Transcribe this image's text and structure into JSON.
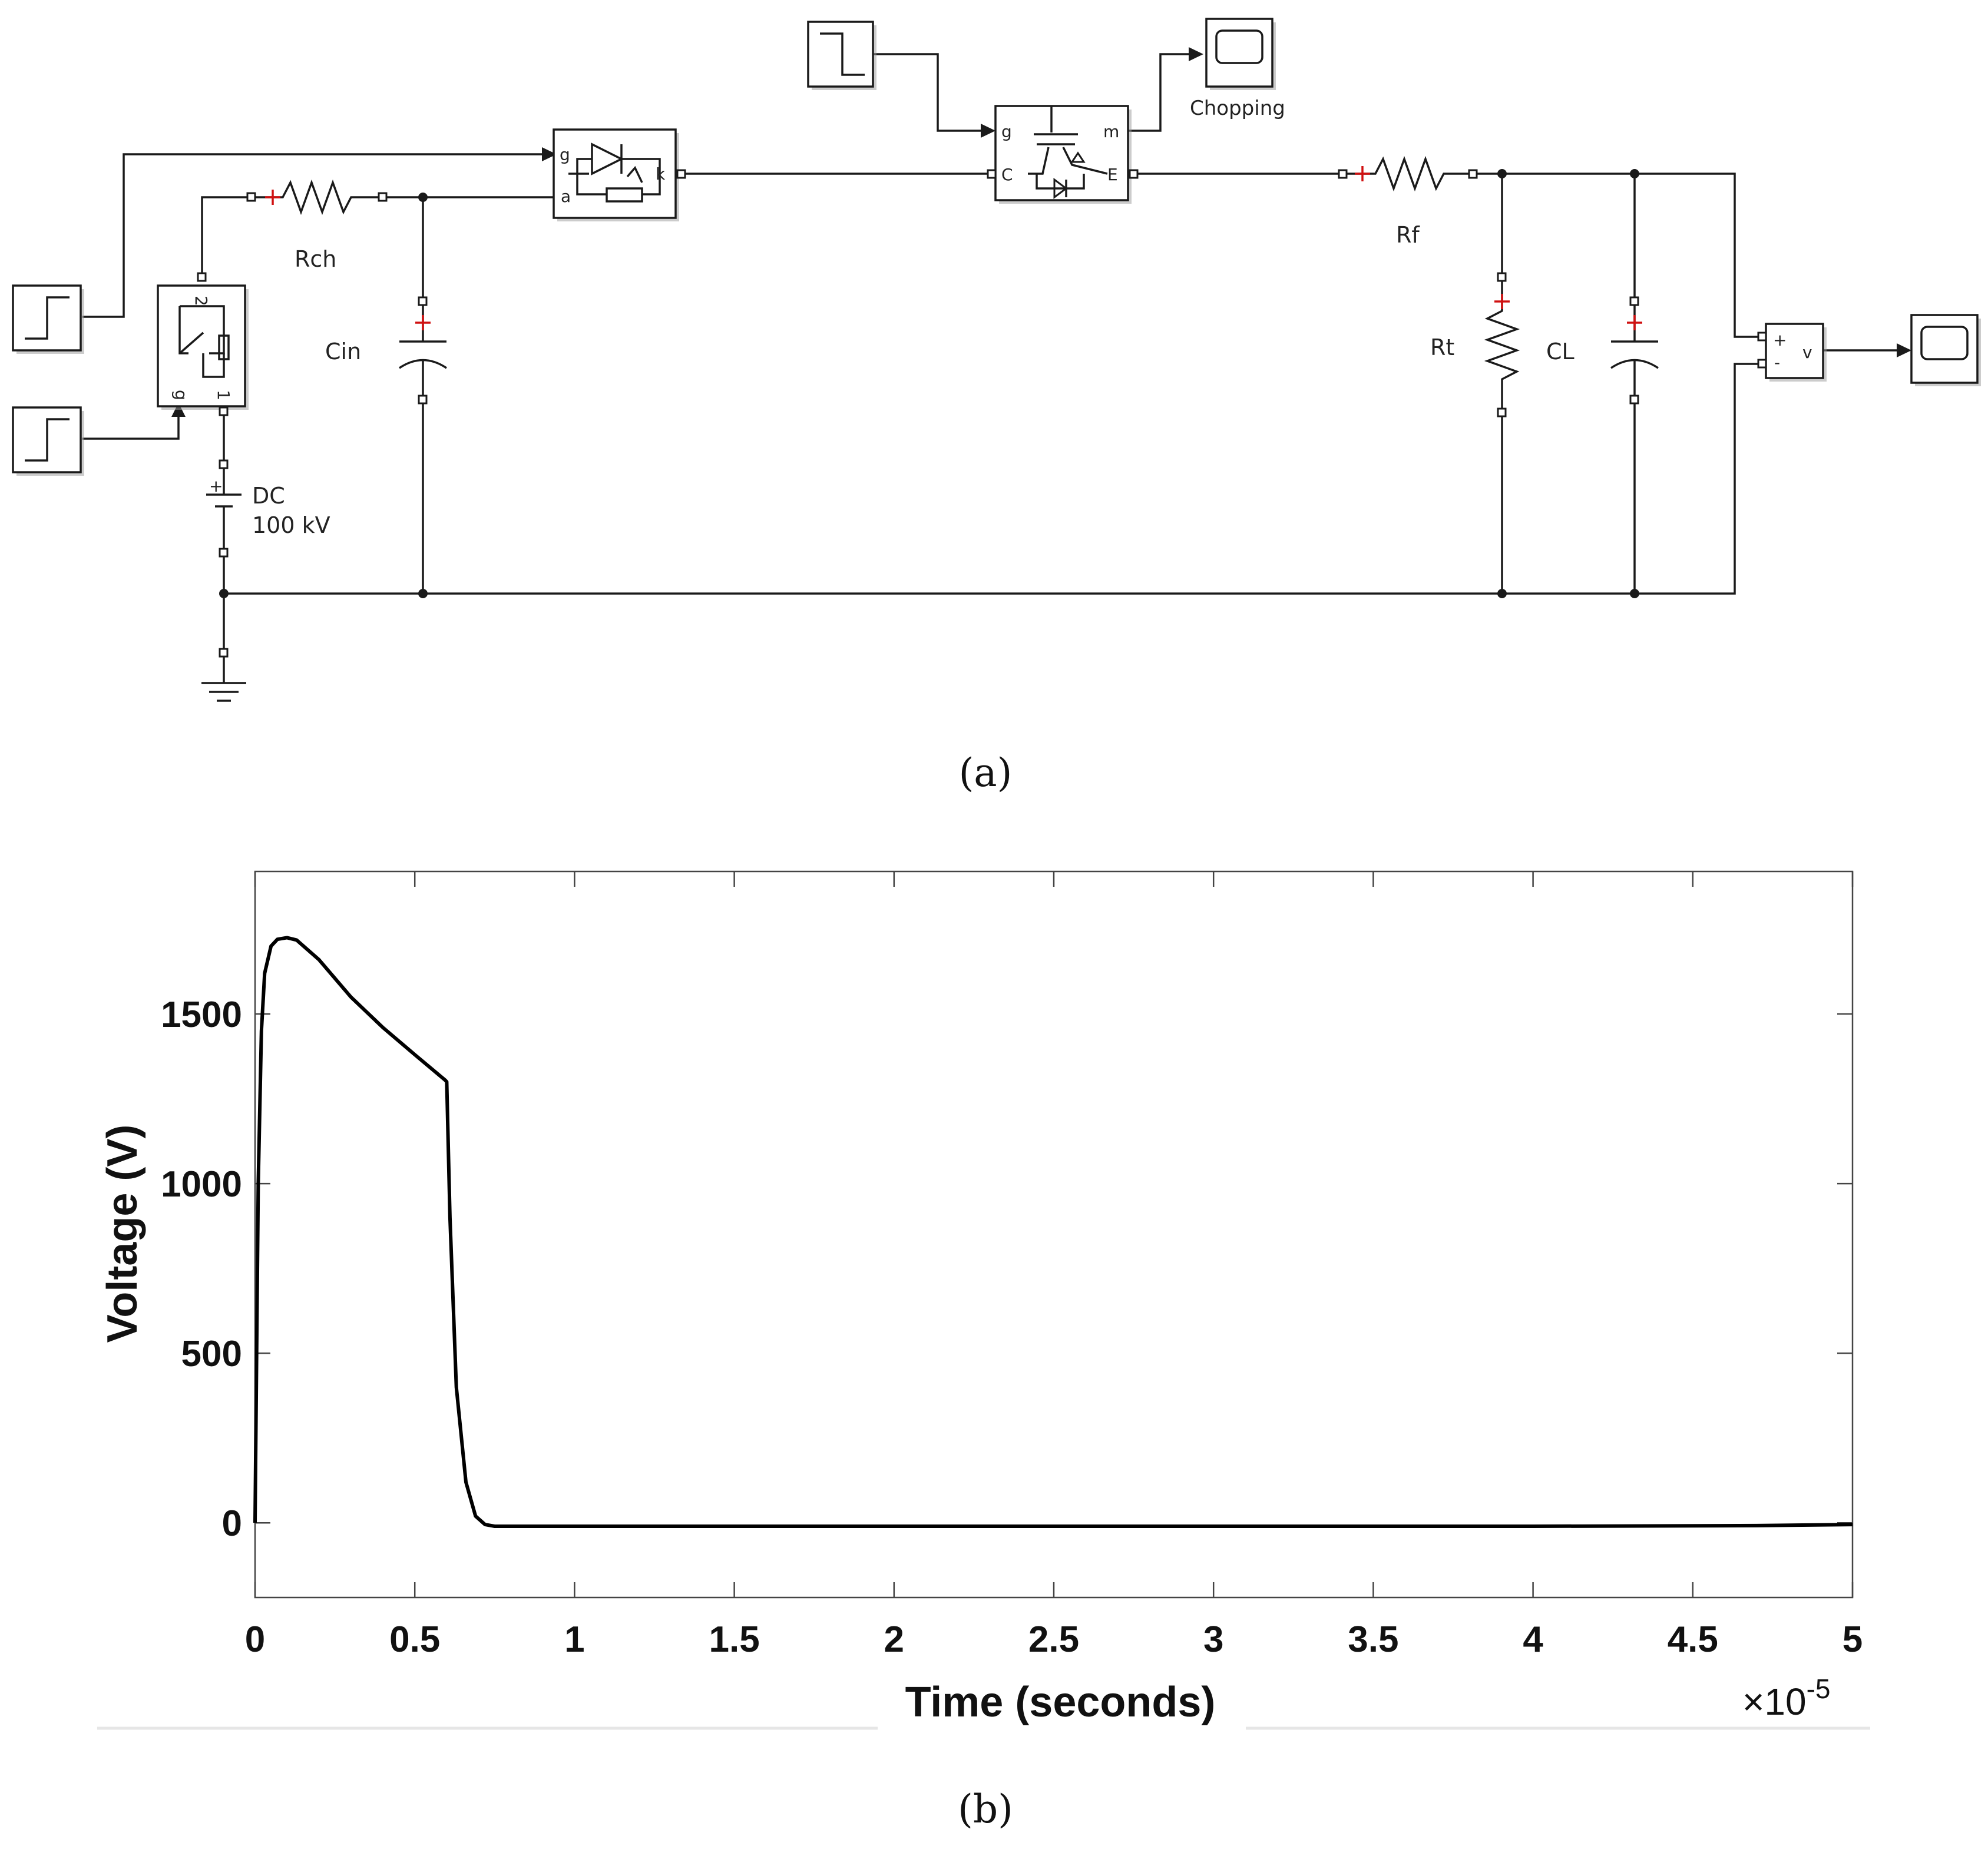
{
  "figure_a": {
    "caption": "(a)",
    "labels": {
      "rch": "Rch",
      "cin": "Cin",
      "dc_line1": "DC",
      "dc_line2": "100 kV",
      "rf": "Rf",
      "rt": "Rt",
      "cl": "CL",
      "chopping": "Chopping"
    },
    "pins": {
      "thyristor_g": "g",
      "thyristor_a": "a",
      "thyristor_k": "k",
      "igbt_g": "g",
      "igbt_m": "m",
      "igbt_c": "C",
      "igbt_e": "E",
      "breaker_2": "2",
      "breaker_g": "g",
      "breaker_1": "1",
      "vm_plus": "+",
      "vm_minus": "-",
      "vm_v": "v",
      "dc_plus": "+"
    }
  },
  "figure_b": {
    "caption": "(b)",
    "exponent_label": "×10",
    "exponent_power": "-5"
  },
  "chart_data": {
    "type": "line",
    "xlabel": "Time (seconds)",
    "ylabel": "Voltage (V)",
    "xlim": [
      0,
      5
    ],
    "ylim": [
      -220,
      1920
    ],
    "xticks": [
      0,
      0.5,
      1,
      1.5,
      2,
      2.5,
      3,
      3.5,
      4,
      4.5,
      5
    ],
    "xtick_labels": [
      "0",
      "0.5",
      "1",
      "1.5",
      "2",
      "2.5",
      "3",
      "3.5",
      "4",
      "4.5",
      "5"
    ],
    "yticks": [
      0,
      500,
      1000,
      1500
    ],
    "ytick_labels": [
      "0",
      "500",
      "1000",
      "1500"
    ],
    "grid": false,
    "series": [
      {
        "x": [
          0,
          0.01,
          0.02,
          0.03,
          0.05,
          0.07,
          0.1,
          0.13,
          0.2,
          0.3,
          0.4,
          0.5,
          0.595,
          0.6,
          0.61,
          0.63,
          0.66,
          0.69,
          0.72,
          0.75,
          0.8,
          1,
          2,
          3,
          4,
          4.7,
          5
        ],
        "y": [
          0,
          1000,
          1450,
          1620,
          1700,
          1720,
          1725,
          1718,
          1660,
          1550,
          1460,
          1380,
          1305,
          1300,
          900,
          400,
          120,
          20,
          -5,
          -10,
          -10,
          -10,
          -10,
          -10,
          -10,
          -8,
          -5
        ]
      }
    ]
  }
}
